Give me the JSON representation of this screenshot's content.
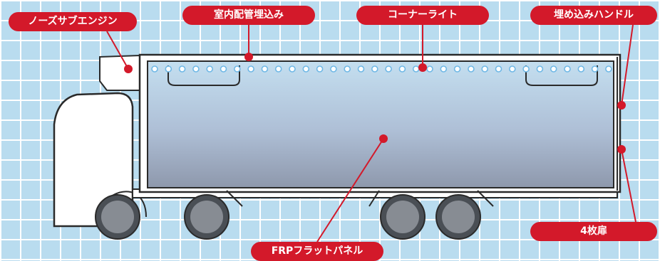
{
  "labels": {
    "nose_engine": "ノーズサブエンジン",
    "interior_piping": "室内配管埋込み",
    "corner_light": "コーナーライト",
    "recessed_handle": "埋め込みハンドル",
    "four_doors": "4枚扉",
    "frp_panel": "FRPフラットパネル"
  },
  "colors": {
    "background": "#b9dcef",
    "grid": "#ffffff",
    "accent_red": "#d3192a",
    "truck_outline": "#2a2a2a",
    "panel_top": "#c4dff0",
    "panel_bottom": "#8e98ac",
    "light_dot": "#6fb8e6"
  }
}
